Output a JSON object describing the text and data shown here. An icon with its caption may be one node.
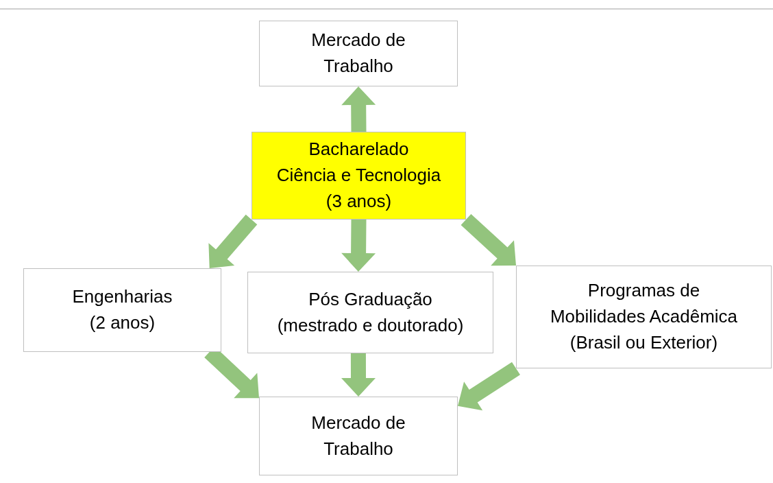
{
  "diagram": {
    "nodes": [
      {
        "text": [
          "Mercado de Trabalho"
        ]
      },
      {
        "text": [
          "Bacharelado",
          "Ciência e Tecnologia",
          "(3 anos)"
        ]
      },
      {
        "text": [
          "Engenharias",
          "(2 anos)"
        ]
      },
      {
        "text": [
          "Pós Graduação",
          "(mestrado e doutorado)"
        ]
      },
      {
        "text": [
          "Programas de Mobilidades Acadêmica",
          "(Brasil ou Exterior)"
        ]
      },
      {
        "text": [
          "Mercado de Trabalho"
        ]
      }
    ],
    "edges": [
      {
        "from": 1,
        "to": 0,
        "arrow": "to"
      },
      {
        "from": 1,
        "to": 2,
        "arrow": "to"
      },
      {
        "from": 1,
        "to": 3,
        "arrow": "to"
      },
      {
        "from": 1,
        "to": 4,
        "arrow": "to"
      },
      {
        "from": 2,
        "to": 5,
        "arrow": "to"
      },
      {
        "from": 3,
        "to": 5,
        "arrow": "to"
      },
      {
        "from": 4,
        "to": 5,
        "arrow": "to"
      }
    ]
  }
}
